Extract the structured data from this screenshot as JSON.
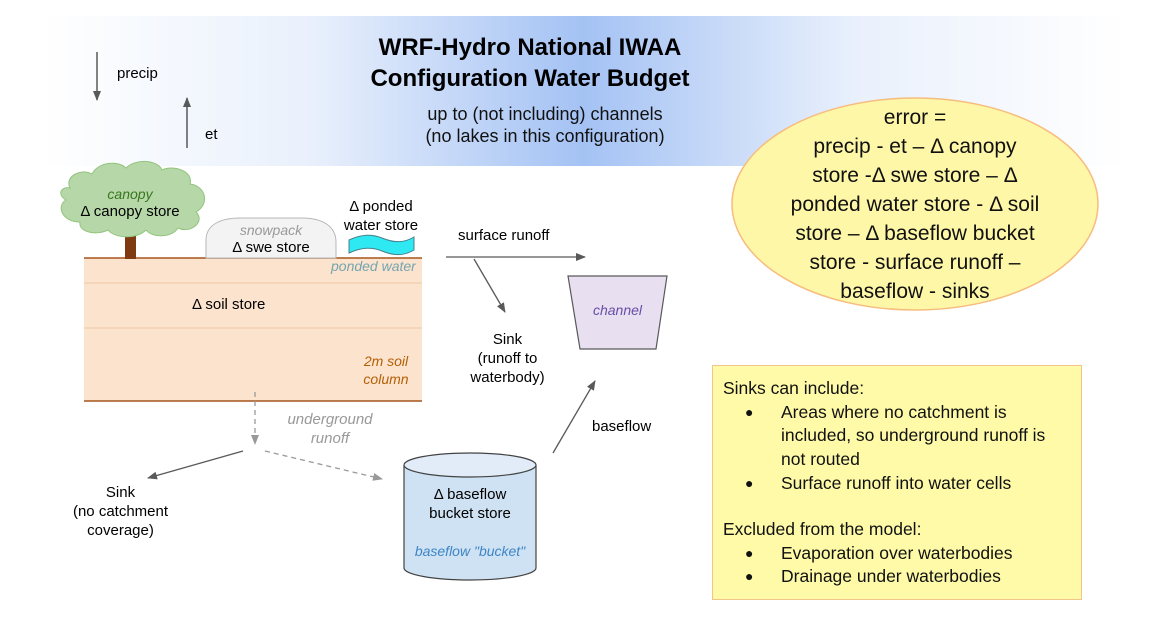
{
  "title": {
    "line1": "WRF-Hydro National IWAA",
    "line2": "Configuration Water Budget",
    "subtitle_line1": "up to (not including) channels",
    "subtitle_line2": "(no lakes in this configuration)"
  },
  "fluxes": {
    "precip": "precip",
    "et": "et",
    "surface_runoff": "surface runoff",
    "underground_runoff_line1": "underground",
    "underground_runoff_line2": "runoff",
    "baseflow": "baseflow"
  },
  "stores": {
    "canopy": "canopy",
    "canopy_store": "Δ canopy store",
    "snowpack": "snowpack",
    "swe_store": "Δ swe store",
    "ponded_store_line1": "Δ ponded",
    "ponded_store_line2": "water store",
    "ponded_water": "ponded water",
    "soil_store": "Δ soil store",
    "soil_column_line1": "2m soil",
    "soil_column_line2": "column",
    "channel": "channel",
    "bucket_store_line1": "Δ baseflow",
    "bucket_store_line2": "bucket store",
    "bucket_label": "baseflow \"bucket\""
  },
  "sinks": {
    "sink_runoff_line1": "Sink",
    "sink_runoff_line2": "(runoff to",
    "sink_runoff_line3": "waterbody)",
    "sink_catchment_line1": "Sink",
    "sink_catchment_line2": "(no catchment",
    "sink_catchment_line3": "coverage)"
  },
  "error_equation": {
    "line1": "error =",
    "line2": "precip - et – Δ canopy",
    "line3": "store -Δ swe store – Δ",
    "line4": "ponded water store - Δ soil",
    "line5": "store – Δ baseflow bucket",
    "line6": "store - surface runoff –",
    "line7": "baseflow - sinks"
  },
  "notes": {
    "sinks_heading": "Sinks can include:",
    "sinks_items": [
      "Areas where no catchment is",
      "included, so underground runoff is",
      "not routed",
      "Surface runoff into water cells"
    ],
    "excluded_heading": "Excluded from the model:",
    "excluded_items": [
      "Evaporation over waterbodies",
      "Drainage under waterbodies"
    ],
    "bullet": "●"
  },
  "colors": {
    "banner_left": "#ffffff",
    "banner_center": "#a4c2f4",
    "soil": "#fbe3cd",
    "soil_line": "#f0c8a6",
    "soil_edge": "#a6541c",
    "canopy_fill": "#b6d7a8",
    "canopy_text": "#38761d",
    "ponded_fill": "#2ee8f2",
    "ponded_text": "#76a5af",
    "snow_fill": "#f3f3f3",
    "channel_fill": "#e8dff0",
    "channel_text": "#674ea7",
    "bucket_fill": "#cfe2f3",
    "bucket_text": "#3d85c6",
    "ellipse_fill": "#fef7a7",
    "ellipse_stroke": "#f6bd7e",
    "note_fill": "#fefaa7",
    "soil_column_text": "#b45f06",
    "gray_text": "#999999",
    "arrow": "#595959",
    "trunk": "#7f3a12"
  }
}
